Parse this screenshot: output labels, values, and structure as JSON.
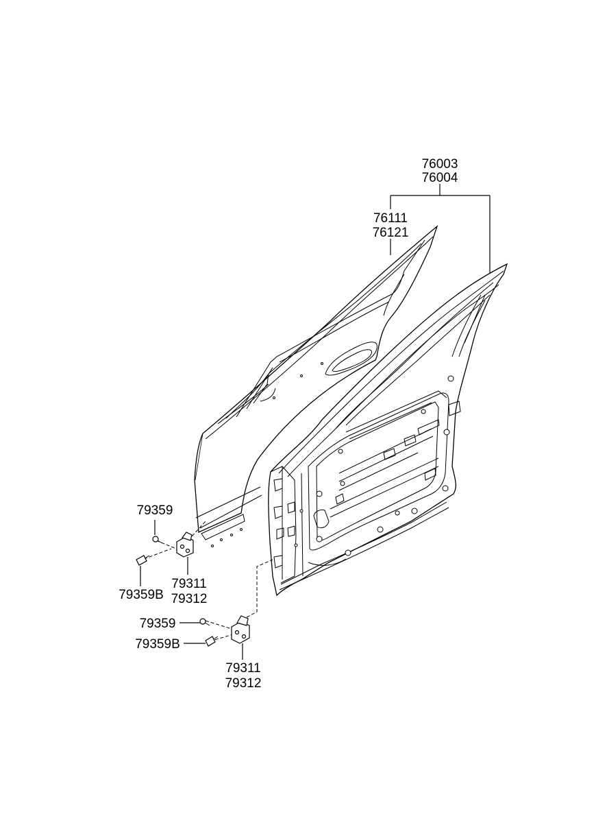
{
  "labels": {
    "door_assy_a": "76003",
    "door_assy_b": "76004",
    "panel_outer_a": "76111",
    "panel_outer_b": "76121",
    "upper_bolt": "79359",
    "upper_bolt_b": "79359B",
    "upper_hinge_a": "79311",
    "upper_hinge_b": "79312",
    "lower_bolt": "79359",
    "lower_bolt_b": "79359B",
    "lower_hinge_a": "79311",
    "lower_hinge_b": "79312"
  }
}
